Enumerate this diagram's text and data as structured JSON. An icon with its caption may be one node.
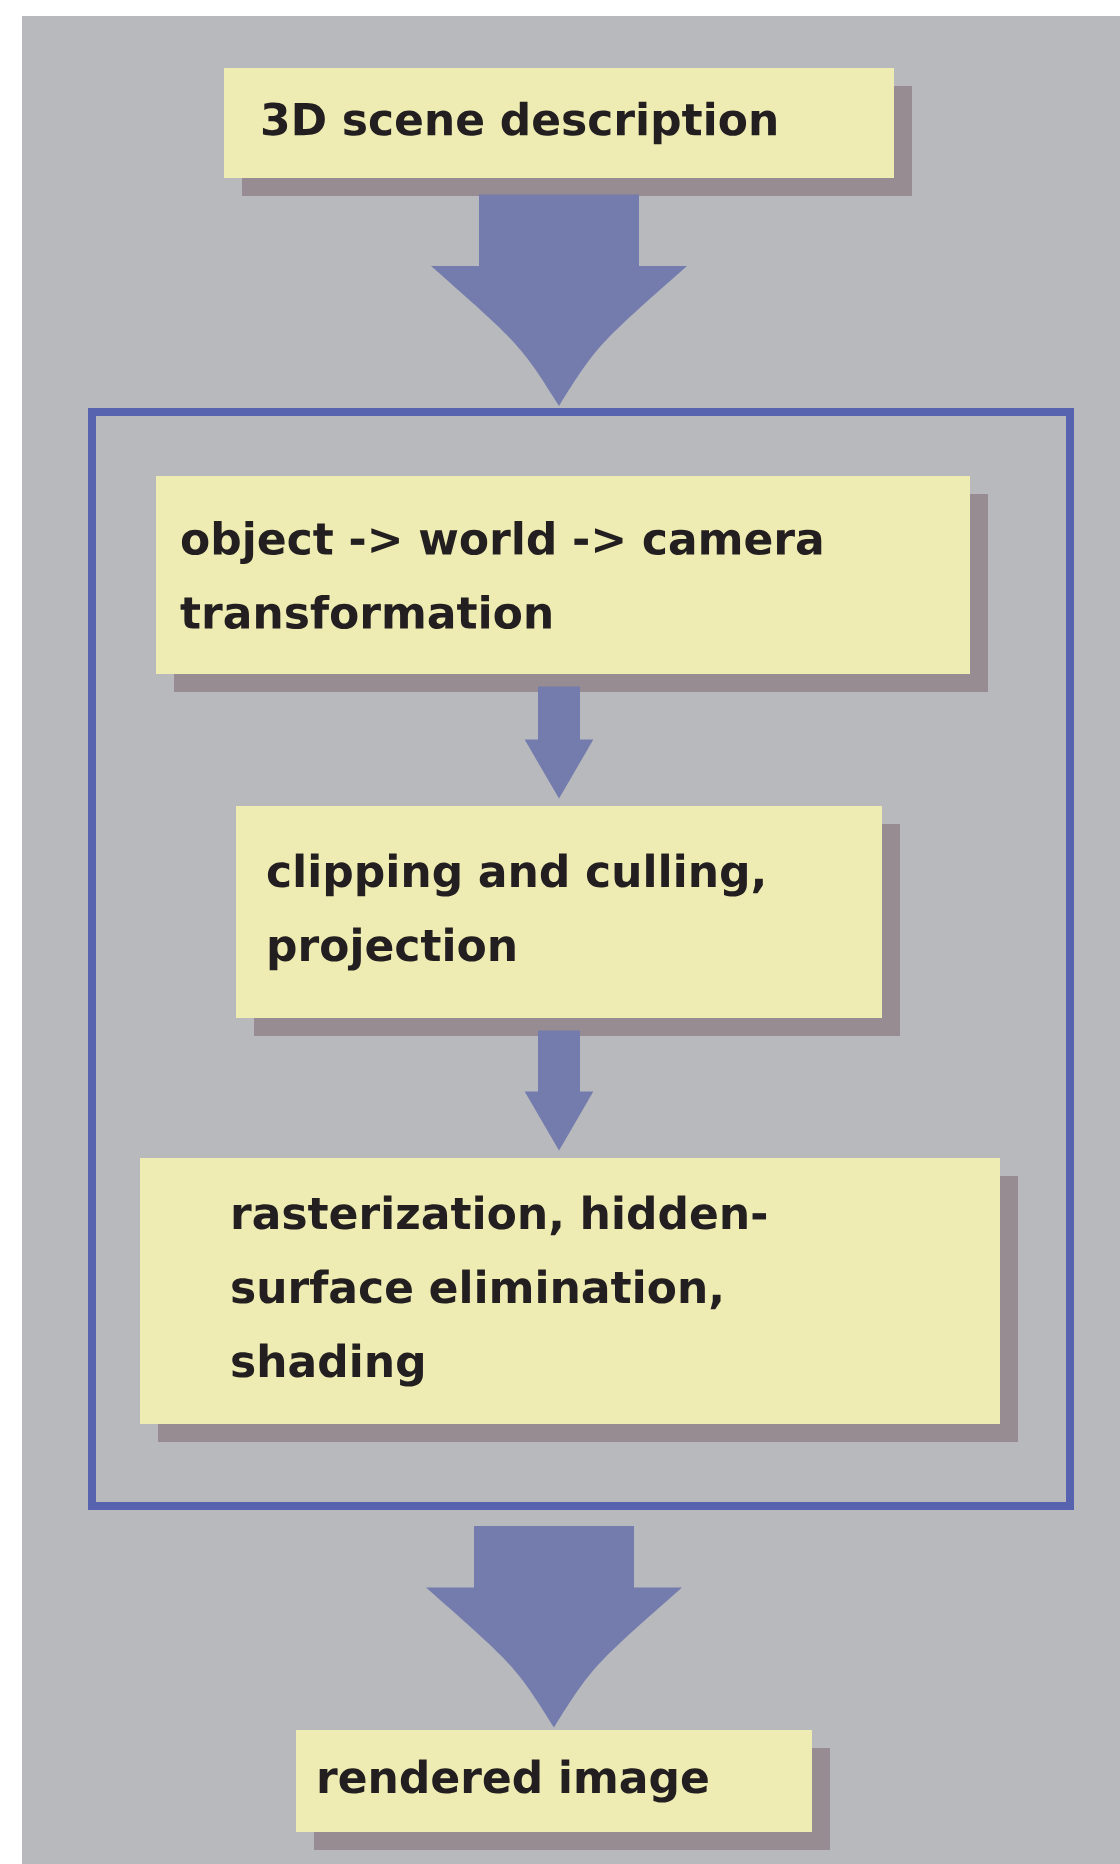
{
  "diagram": {
    "nodes": [
      {
        "text": [
          "3D scene description"
        ]
      },
      {
        "text": [],
        "shape": "box"
      },
      {
        "text": [
          "object -> world -> camera transformation"
        ],
        "in": 1
      },
      {
        "text": [
          "clipping and culling, projection"
        ],
        "in": 1
      },
      {
        "text": [
          "rasterization, hidden-surface elimination, shading"
        ],
        "in": 1
      },
      {
        "text": [
          "rendered image"
        ]
      }
    ],
    "edges": [
      {
        "from": 0,
        "to": 1,
        "arrow": "to",
        "style": "thick"
      },
      {
        "from": 2,
        "to": 3,
        "arrow": "to"
      },
      {
        "from": 3,
        "to": 4,
        "arrow": "to"
      },
      {
        "from": 1,
        "to": 5,
        "arrow": "to",
        "style": "thick"
      }
    ]
  }
}
